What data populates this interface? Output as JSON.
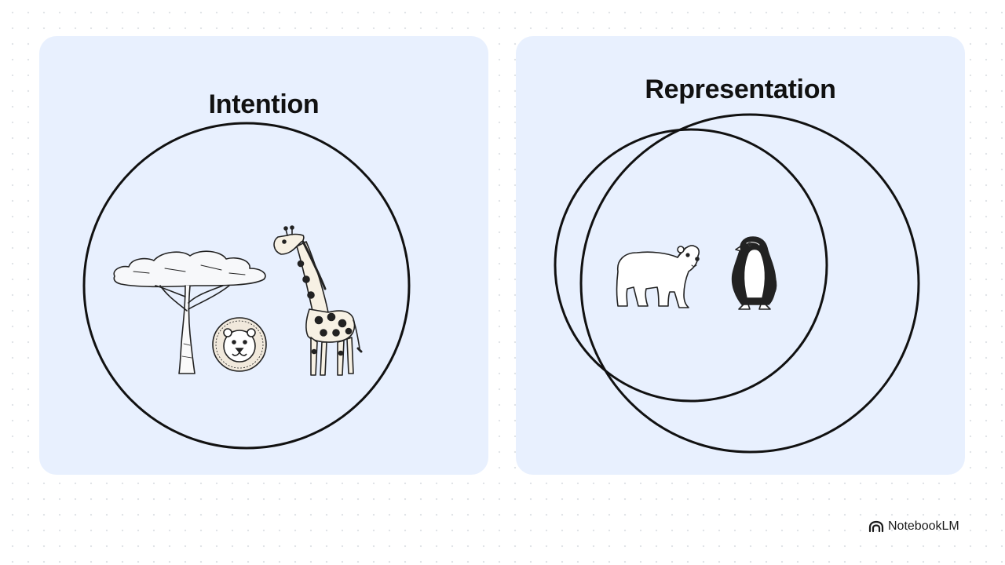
{
  "panels": {
    "left": {
      "title": "Intention"
    },
    "right": {
      "title": "Representation"
    }
  },
  "icons": {
    "left": [
      "acacia-tree-icon",
      "lion-icon",
      "giraffe-icon"
    ],
    "right": [
      "polar-bear-icon",
      "penguin-icon"
    ]
  },
  "brand": {
    "name": "NotebookLM",
    "icon": "notebooklm-logo-icon"
  },
  "colors": {
    "panel_background": "#e8f0fe",
    "outline": "#111111"
  }
}
